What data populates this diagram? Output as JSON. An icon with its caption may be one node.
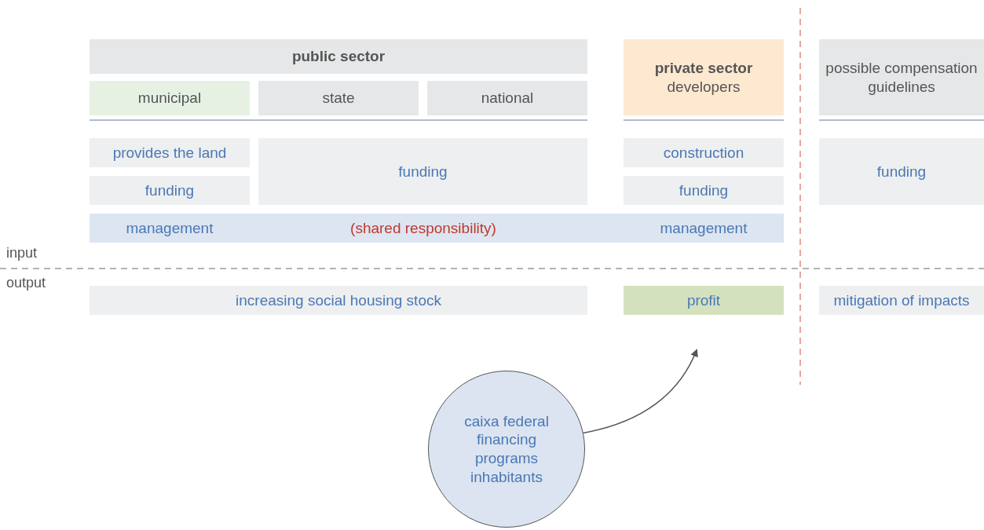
{
  "diagram": {
    "nodes": [
      {
        "text": [
          "public sector"
        ]
      },
      {
        "text": [
          "municipal"
        ]
      },
      {
        "text": [
          "state"
        ]
      },
      {
        "text": [
          "national"
        ]
      },
      {
        "text": [
          "private sector",
          "developers"
        ]
      },
      {
        "text": [
          "possible compensation guidelines"
        ]
      },
      {
        "text": [
          "provides the land"
        ]
      },
      {
        "text": [
          "funding"
        ]
      },
      {
        "text": [
          "funding"
        ]
      },
      {
        "text": [
          "construction"
        ]
      },
      {
        "text": [
          "funding"
        ]
      },
      {
        "text": [
          "funding"
        ]
      },
      {
        "text": [
          "management",
          "(shared responsibility)",
          "management"
        ]
      },
      {
        "text": [
          "increasing social housing stock"
        ]
      },
      {
        "text": [
          "profit"
        ]
      },
      {
        "text": [
          "mitigation of impacts"
        ]
      },
      {
        "text": [
          "caixa federal financing programs inhabitants"
        ]
      }
    ],
    "edges": [
      {
        "from": 16,
        "to": 14,
        "arrow": "to"
      }
    ],
    "labels": [
      "input",
      "output"
    ]
  }
}
